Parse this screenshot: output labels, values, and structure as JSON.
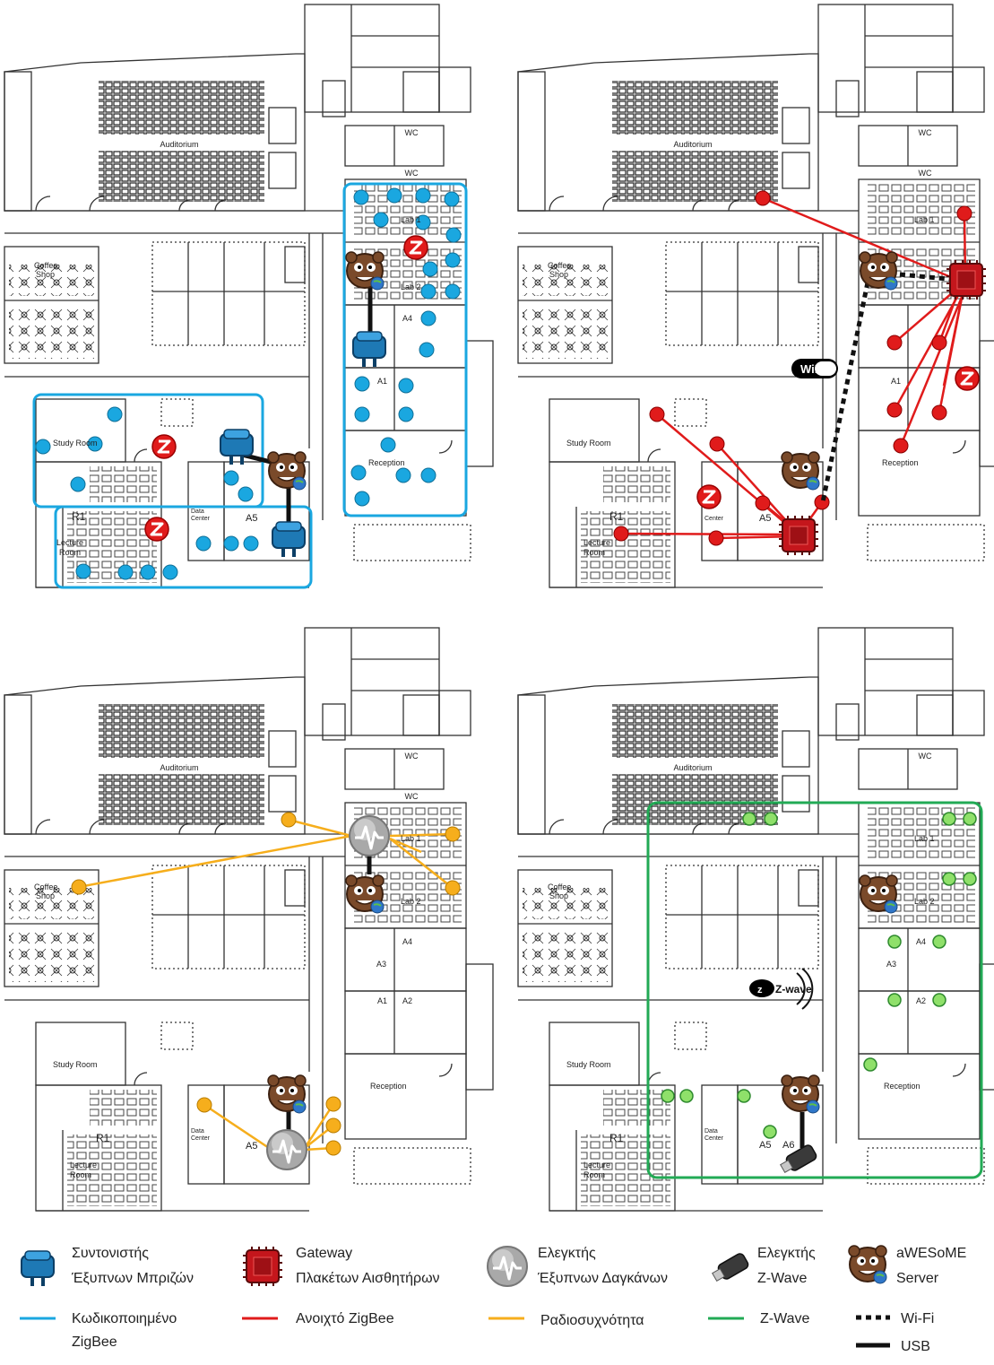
{
  "rooms": {
    "auditorium": "Auditorium",
    "wc1": "WC",
    "wc2": "WC",
    "lab1": "Lab 1",
    "lab2": "Lab 2",
    "a4": "A4",
    "a3": "A3",
    "a1": "A1",
    "a2": "A2",
    "reception": "Reception",
    "coffee": "Coffee",
    "shop": "Shop",
    "study": "Study Room",
    "r1": "R1",
    "lecture1": "Lecture",
    "lecture2": "Room",
    "data1": "Data",
    "data2": "Center",
    "a5": "A5",
    "a6": "A6"
  },
  "badges": {
    "wifi": "WiFi",
    "zigbee": "Z",
    "zwave": "Z-wave"
  },
  "legend": {
    "plug_coordinator": [
      "Συντονιστής",
      "Έξυπνων Μπριζών"
    ],
    "sensor_gateway": [
      "Gateway",
      "Πλακέτων Αισθητήρων"
    ],
    "valve_controller": [
      "Ελεγκτής",
      "Έξυπνων Δαγκάνων"
    ],
    "zwave_controller": [
      "Ελεγκτής",
      "Z-Wave"
    ],
    "awesome_server": [
      "aWESoME",
      "Server"
    ],
    "encrypted_zigbee": [
      "Κωδικοποιημένο",
      "ZigBee"
    ],
    "open_zigbee": "Ανοιχτό ZigBee",
    "radio_frequency": "Ραδιοσυχνότητα",
    "zwave": "Z-Wave",
    "wifi": "Wi-Fi",
    "usb": "USB"
  },
  "colors": {
    "encrypted_zigbee": "#1aa7e0",
    "open_zigbee": "#e01b1b",
    "radio_frequency": "#f6ae1c",
    "zwave": "#22aa55",
    "wall": "#333333"
  },
  "icons": [
    "plug-coordinator-icon",
    "sensor-gateway-icon",
    "valve-controller-icon",
    "zwave-stick-icon",
    "awesome-server-icon",
    "zigbee-logo-icon",
    "wifi-logo-icon",
    "zwave-logo-icon"
  ]
}
